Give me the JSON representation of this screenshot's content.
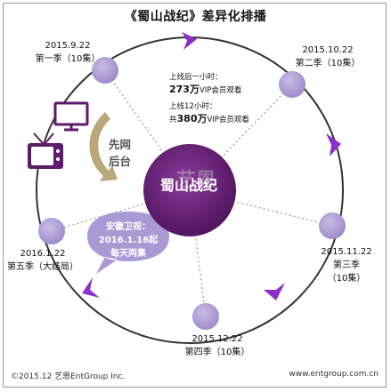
{
  "title": "《蜀山战纪》差异化排播",
  "center_label": "蜀山战纪",
  "seasons": [
    {
      "date": "2015.9.22",
      "name": "第一季（10集）"
    },
    {
      "date": "2015.10.22",
      "name": "第二季（10集）"
    },
    {
      "date": "2015.11.22",
      "name": "第三季"
    },
    {
      "date": "",
      "name": "（10集）"
    },
    {
      "date": "2015.12.22",
      "name": "第四季（10集）"
    },
    {
      "date": "2016.1.22",
      "name": "第五季（大结局）"
    }
  ],
  "stats": {
    "line1": "上线后一小时：",
    "line2_big": "273万",
    "line2_rest": "VIP会员观看",
    "line3": "上线12小时：",
    "line4_prefix": "共",
    "line4_big": "380万",
    "line4_rest": "VIP会员观看"
  },
  "network_label": [
    "先网",
    "后台"
  ],
  "bubble": [
    "安徽卫视：",
    "2016.1.16起",
    "每天两集"
  ],
  "watermark": "艺恩",
  "footer": {
    "left": "©2015.12  艺恩EntGroup Inc.",
    "right": "www.entgroup.com.cn"
  },
  "colors": {
    "purple_dark": "#5e1a6b",
    "purple_node": "#ad9ad1",
    "arrow": "#8b2fc9",
    "circle": "#333333"
  },
  "icons": [
    "monitor-icon",
    "tv-icon",
    "curved-arrow-icon",
    "chevron-arrow-icon"
  ]
}
